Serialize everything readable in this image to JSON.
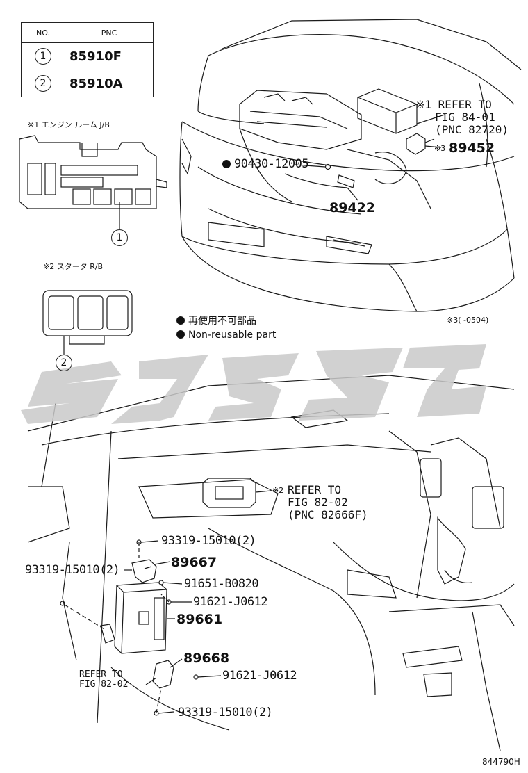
{
  "table": {
    "header_no": "NO.",
    "header_pnc": "PNC",
    "rows": [
      {
        "no": "1",
        "pnc": "85910F"
      },
      {
        "no": "2",
        "pnc": "85910A"
      }
    ]
  },
  "notes": {
    "note1": "※1 エンジン ルーム J/B",
    "note2": "※2 スタータ R/B",
    "note3": "※3(    -0504)"
  },
  "callouts": {
    "c1": "1",
    "c2": "2"
  },
  "labels": {
    "refer1_line1": "※1 REFER TO",
    "refer1_line2": "FIG 84-01",
    "refer1_line3": "(PNC 82720)",
    "p89452": "89452",
    "p89452_mark": "※3",
    "p90430": "90430-12005",
    "p89422": "89422",
    "refer2_mark": "※2",
    "refer2_line1": "REFER TO",
    "refer2_line2": "FIG 82-02",
    "refer2_line3": "(PNC 82666F)",
    "p93319_a": "93319-15010(2)",
    "p93319_b": "93319-15010(2)",
    "p93319_c": "93319-15010(2)",
    "p89667": "89667",
    "p91651": "91651-B0820",
    "p91621_a": "91621-J0612",
    "p91621_b": "91621-J0612",
    "p89661": "89661",
    "p89668": "89668",
    "refer3_line1": "REFER TO",
    "refer3_line2": "FIG 82-02"
  },
  "legend": {
    "jp": "再使用不可部品",
    "en": "Non-reusable part"
  },
  "figure_id": "844790H",
  "colors": {
    "line": "#1a1a1a",
    "watermark": "#c9c9c9"
  }
}
